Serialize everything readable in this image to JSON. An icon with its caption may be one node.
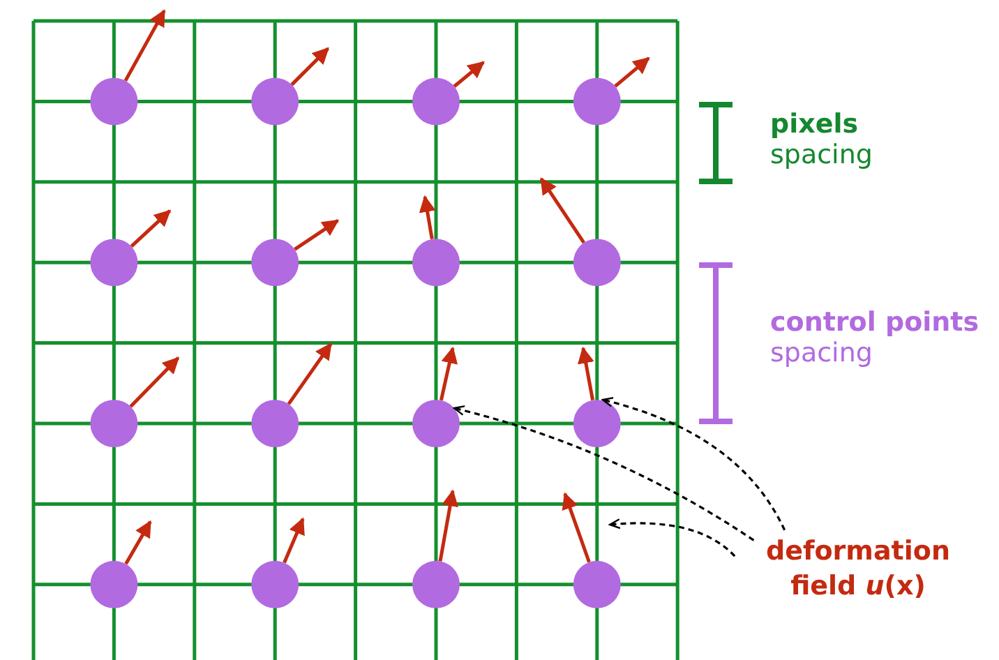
{
  "diagram": {
    "nodes": [
      {
        "text": [],
        "shape": "circle"
      },
      {
        "text": [],
        "shape": "circle"
      },
      {
        "text": [],
        "shape": "circle"
      },
      {
        "text": [],
        "shape": "circle"
      },
      {
        "text": [],
        "shape": "circle"
      },
      {
        "text": [],
        "shape": "circle"
      },
      {
        "text": [],
        "shape": "circle"
      },
      {
        "text": [],
        "shape": "circle"
      },
      {
        "text": [],
        "shape": "circle"
      },
      {
        "text": [],
        "shape": "circle"
      },
      {
        "text": [],
        "shape": "circle"
      },
      {
        "text": [],
        "shape": "circle"
      },
      {
        "text": [],
        "shape": "circle"
      },
      {
        "text": [],
        "shape": "circle"
      },
      {
        "text": [],
        "shape": "circle"
      },
      {
        "text": [],
        "shape": "circle"
      },
      {
        "text": [
          "deformation field *u*(x)"
        ]
      }
    ],
    "edges": [
      {
        "from": 0,
        "to": null,
        "arrow": "to"
      },
      {
        "from": 1,
        "to": null,
        "arrow": "to"
      },
      {
        "from": 2,
        "to": null,
        "arrow": "to"
      },
      {
        "from": 3,
        "to": null,
        "arrow": "to"
      },
      {
        "from": 4,
        "to": null,
        "arrow": "to"
      },
      {
        "from": 5,
        "to": null,
        "arrow": "to"
      },
      {
        "from": 6,
        "to": null,
        "arrow": "to"
      },
      {
        "from": 7,
        "to": null,
        "arrow": "to"
      },
      {
        "from": 8,
        "to": null,
        "arrow": "to"
      },
      {
        "from": 9,
        "to": null,
        "arrow": "to"
      },
      {
        "from": 10,
        "to": null,
        "arrow": "to"
      },
      {
        "from": 11,
        "to": null,
        "arrow": "to"
      },
      {
        "from": 12,
        "to": null,
        "arrow": "to"
      },
      {
        "from": 13,
        "to": null,
        "arrow": "to"
      },
      {
        "from": 14,
        "to": null,
        "arrow": "to"
      },
      {
        "from": 15,
        "to": null,
        "arrow": "to"
      },
      {
        "from": 16,
        "to": 10,
        "arrow": "to",
        "style": "dashed",
        "color": "#000000"
      },
      {
        "from": 16,
        "to": 11,
        "arrow": "to",
        "style": "dashed",
        "color": "#000000"
      },
      {
        "from": 16,
        "to": null,
        "arrow": "to",
        "style": "dashed",
        "color": "#000000"
      }
    ],
    "labels": [
      "**pixels** spacing",
      "**control points** spacing"
    ]
  }
}
